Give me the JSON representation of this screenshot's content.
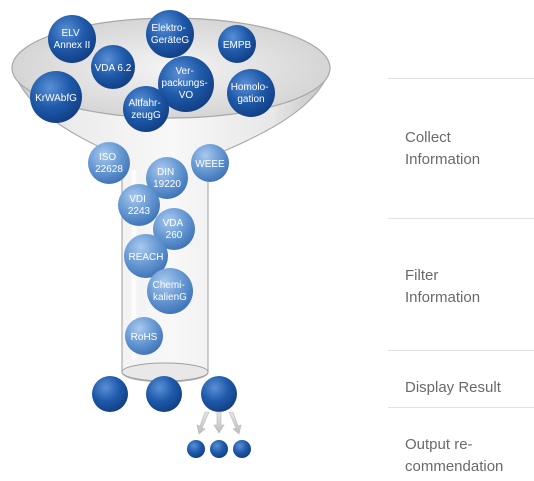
{
  "funnel_top_bubbles": [
    {
      "id": "elv",
      "lines": [
        "ELV",
        "Annex II"
      ]
    },
    {
      "id": "elektrogeraeteg",
      "lines": [
        "Elektro-",
        "GeräteG"
      ]
    },
    {
      "id": "empb",
      "lines": [
        "EMPB"
      ]
    },
    {
      "id": "vda-6-2",
      "lines": [
        "VDA 6.2"
      ]
    },
    {
      "id": "verpackungsvo",
      "lines": [
        "Ver-",
        "packungs-",
        "VO"
      ]
    },
    {
      "id": "homologation",
      "lines": [
        "Homolo-",
        "gation"
      ]
    },
    {
      "id": "krwabfg",
      "lines": [
        "KrWAbfG"
      ]
    },
    {
      "id": "altfahrzeugg",
      "lines": [
        "Altfahr-",
        "zeugG"
      ]
    }
  ],
  "funnel_mid_bubbles": [
    {
      "id": "iso-22628",
      "lines": [
        "ISO",
        "22628"
      ]
    },
    {
      "id": "din-19220",
      "lines": [
        "DIN",
        "19220"
      ]
    },
    {
      "id": "weee",
      "lines": [
        "WEEE"
      ]
    },
    {
      "id": "vdi-2243",
      "lines": [
        "VDI",
        "2243"
      ]
    }
  ],
  "funnel_low_bubbles": [
    {
      "id": "vda-260",
      "lines": [
        "VDA",
        "260"
      ]
    },
    {
      "id": "reach",
      "lines": [
        "REACH"
      ]
    },
    {
      "id": "chemikaliengesetz",
      "lines": [
        "Chemi-",
        "kalienG"
      ]
    },
    {
      "id": "rohs",
      "lines": [
        "RoHS"
      ]
    }
  ],
  "steps": {
    "collect": [
      "Collect",
      "Information"
    ],
    "filter": [
      "Filter",
      "Information"
    ],
    "display": [
      "Display Result"
    ],
    "output": [
      "Output re-",
      "commendation"
    ]
  },
  "colors": {
    "bubble_dark": "#1a4f9c",
    "bubble_light": "#5d92cf",
    "step_text": "#6a6a6a",
    "rule": "#e2e2e2",
    "arrow": "#c8c8c8"
  }
}
